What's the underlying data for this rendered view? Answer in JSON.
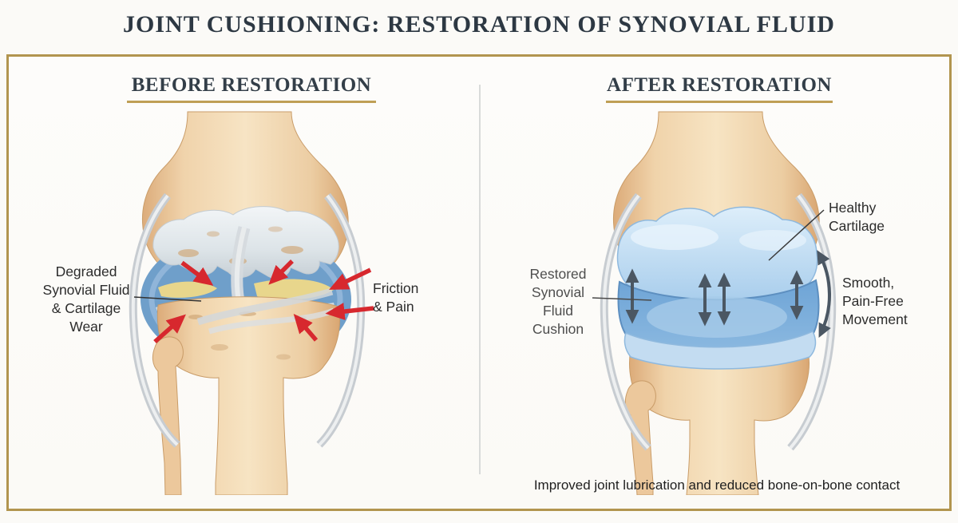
{
  "title": "JOINT CUSHIONING: RESTORATION OF SYNOVIAL FLUID",
  "before": {
    "heading": "BEFORE RESTORATION",
    "labels": {
      "degraded": {
        "lines": [
          "Degraded",
          "Synovial Fluid",
          "& Cartilage",
          "Wear"
        ]
      },
      "friction": {
        "lines": [
          "Friction",
          "& Pain"
        ]
      }
    }
  },
  "after": {
    "heading": "AFTER RESTORATION",
    "labels": {
      "restored": {
        "lines": [
          "Restored",
          "Synovial",
          "Fluid",
          "Cushion"
        ]
      },
      "healthy": {
        "lines": [
          "Healthy",
          "Cartilage"
        ]
      },
      "smooth": {
        "lines": [
          "Smooth,",
          "Pain-Free",
          "Movement"
        ]
      }
    },
    "caption": "Improved joint lubrication and reduced bone-on-bone contact"
  },
  "colors": {
    "frame_gold": "#b2954f",
    "heading_underline_gold": "#bf9f55",
    "title_navy": "#2d3843",
    "heading_slate": "#333e48",
    "red_arrow": "#d7282e",
    "dark_arrow": "#4b5763",
    "bone_tan": "#eecaa0",
    "degraded_cartilage_gray": "#dde4e8",
    "degraded_fluid_yellow": "#e8d68c",
    "healthy_cartilage_blue": "#c3dcf1",
    "synovial_fluid_blue": "#7fb1da",
    "capsule_gray": "#c7ccd1",
    "divider_gray": "#d9dbda",
    "background": "#fbfaf7"
  }
}
